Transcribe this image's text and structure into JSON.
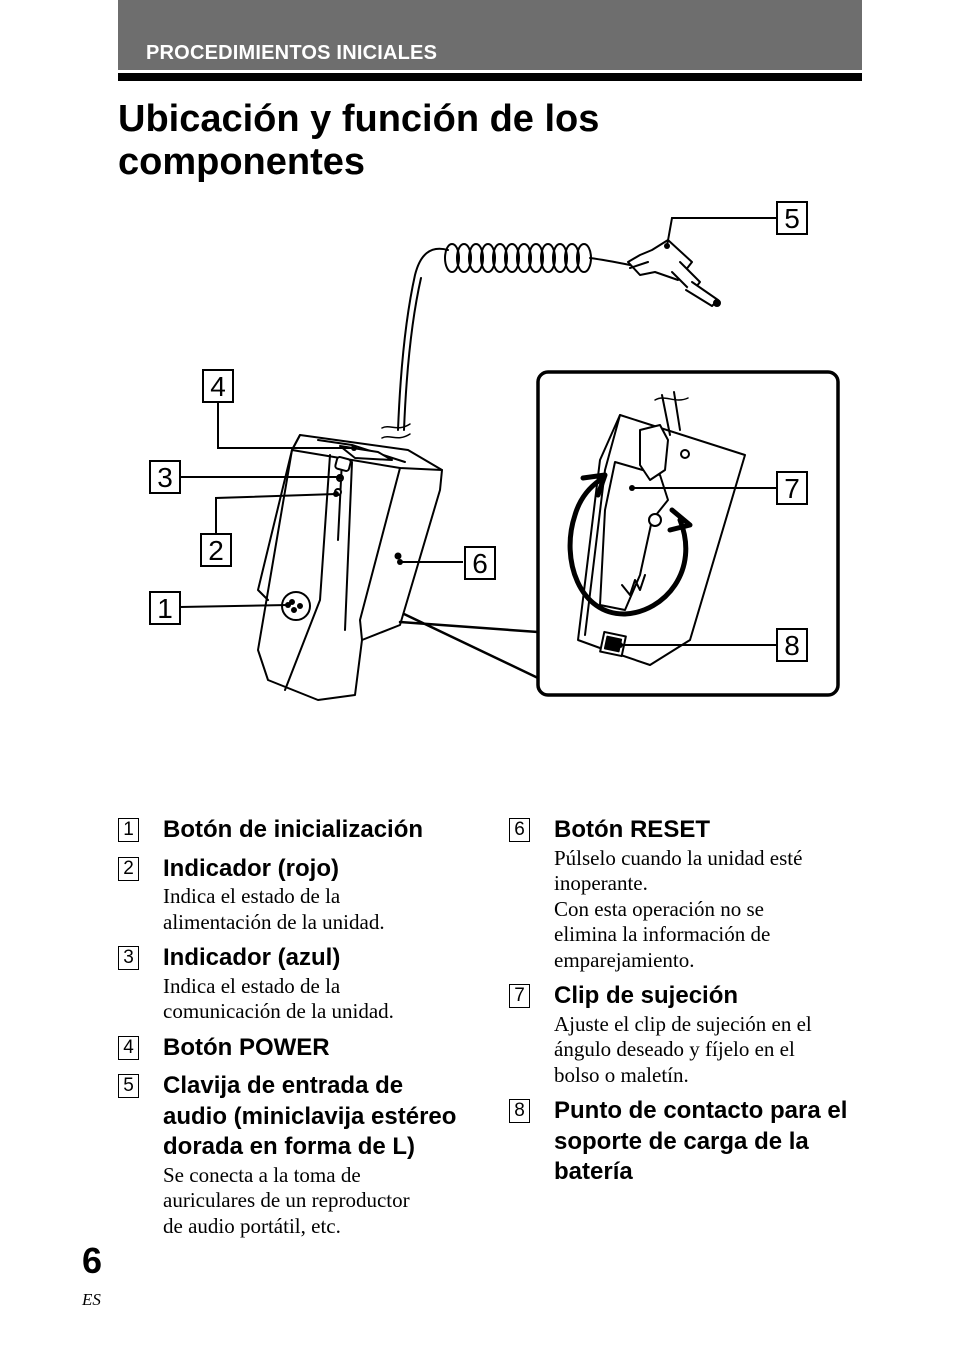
{
  "header": {
    "section_label": "PROCEDIMIENTOS INICIALES"
  },
  "page_title": "Ubicación y función de los componentes",
  "callouts": [
    "1",
    "2",
    "3",
    "4",
    "5",
    "6",
    "7",
    "8"
  ],
  "legend": {
    "left": [
      {
        "num": "1",
        "title": "Botón de inicialización",
        "desc": ""
      },
      {
        "num": "2",
        "title": "Indicador (rojo)",
        "desc": "Indica el estado de la\nalimentación de la unidad."
      },
      {
        "num": "3",
        "title": "Indicador (azul)",
        "desc": "Indica el estado de la\ncomunicación de la unidad."
      },
      {
        "num": "4",
        "title": "Botón POWER",
        "desc": ""
      },
      {
        "num": "5",
        "title": "Clavija de entrada de audio (miniclavija estéreo dorada en forma de L)",
        "desc": "Se conecta a la toma de\nauriculares de un reproductor\nde audio portátil, etc."
      }
    ],
    "right": [
      {
        "num": "6",
        "title": "Botón RESET",
        "desc": "Púlselo cuando la unidad esté\ninoperante.\nCon esta operación no se\nelimina la información de\nemparejamiento."
      },
      {
        "num": "7",
        "title": "Clip de sujeción",
        "desc": "Ajuste el clip de sujeción en el\nángulo deseado y fíjelo en el\nbolso o maletín."
      },
      {
        "num": "8",
        "title": "Punto de contacto para el soporte de carga de la batería",
        "desc": ""
      }
    ]
  },
  "footer": {
    "page_number": "6",
    "language_code": "ES"
  }
}
